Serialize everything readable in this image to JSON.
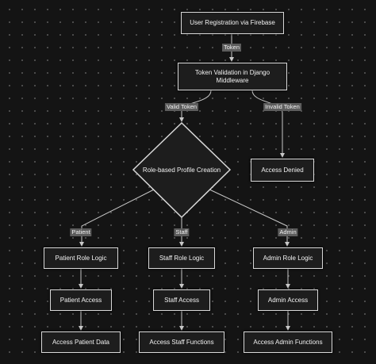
{
  "nodes": {
    "registration": "User Registration via Firebase",
    "token_validation": "Token Validation in Django Middleware",
    "role_profile": "Role-based Profile Creation",
    "access_denied": "Access Denied",
    "patient_logic": "Patient Role Logic",
    "staff_logic": "Staff Role Logic",
    "admin_logic": "Admin Role Logic",
    "patient_access": "Patient Access",
    "staff_access": "Staff Access",
    "admin_access": "Admin Access",
    "patient_data": "Access Patient Data",
    "staff_functions": "Access Staff Functions",
    "admin_functions": "Access Admin Functions"
  },
  "edges": {
    "token": "Token",
    "valid_token": "Valid Token",
    "invalid_token": "Invalid Token",
    "patient": "Patient",
    "staff": "Staff",
    "admin": "Admin"
  },
  "colors": {
    "background": "#141414",
    "node_fill": "#1d1d1d",
    "node_border": "#d8d8d8",
    "edge": "#c8c8c8",
    "edge_label_bg": "#5d5d5d",
    "text": "#f2f2f2"
  }
}
